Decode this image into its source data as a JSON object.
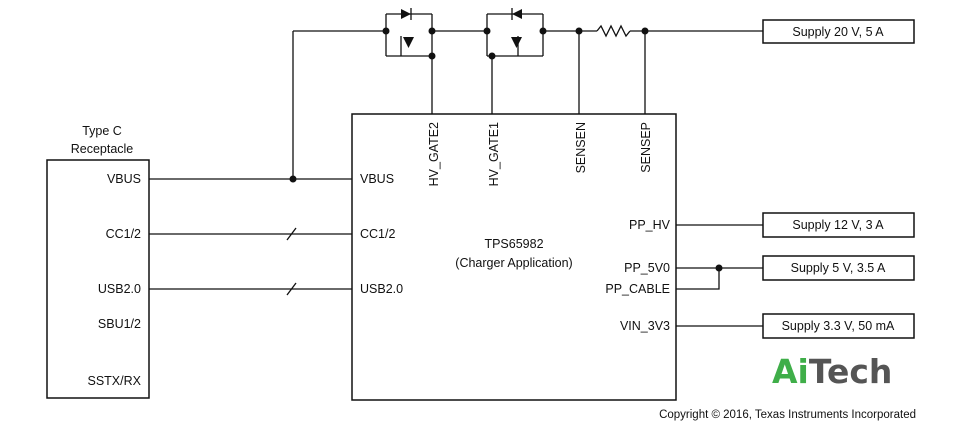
{
  "receptacle": {
    "title_line1": "Type C",
    "title_line2": "Receptacle",
    "pins": [
      "VBUS",
      "CC1/2",
      "USB2.0",
      "SBU1/2",
      "SSTX/RX"
    ]
  },
  "ic": {
    "name": "TPS65982",
    "subtitle": "(Charger Application)",
    "left_pins": [
      "VBUS",
      "CC1/2",
      "USB2.0"
    ],
    "top_pins": [
      "HV_GATE2",
      "HV_GATE1",
      "SENSEN",
      "SENSEP"
    ],
    "right_pins": [
      "PP_HV",
      "PP_5V0",
      "PP_CABLE",
      "VIN_3V3"
    ]
  },
  "supplies": [
    "Supply 20 V, 5 A",
    "Supply 12 V, 3 A",
    "Supply 5 V, 3.5 A",
    "Supply 3.3 V, 50 mA"
  ],
  "logo": {
    "part1": "Ai",
    "part2": "Tech",
    "color1": "#3fae49",
    "color2": "#555555"
  },
  "copyright": "Copyright © 2016, Texas Instruments Incorporated"
}
